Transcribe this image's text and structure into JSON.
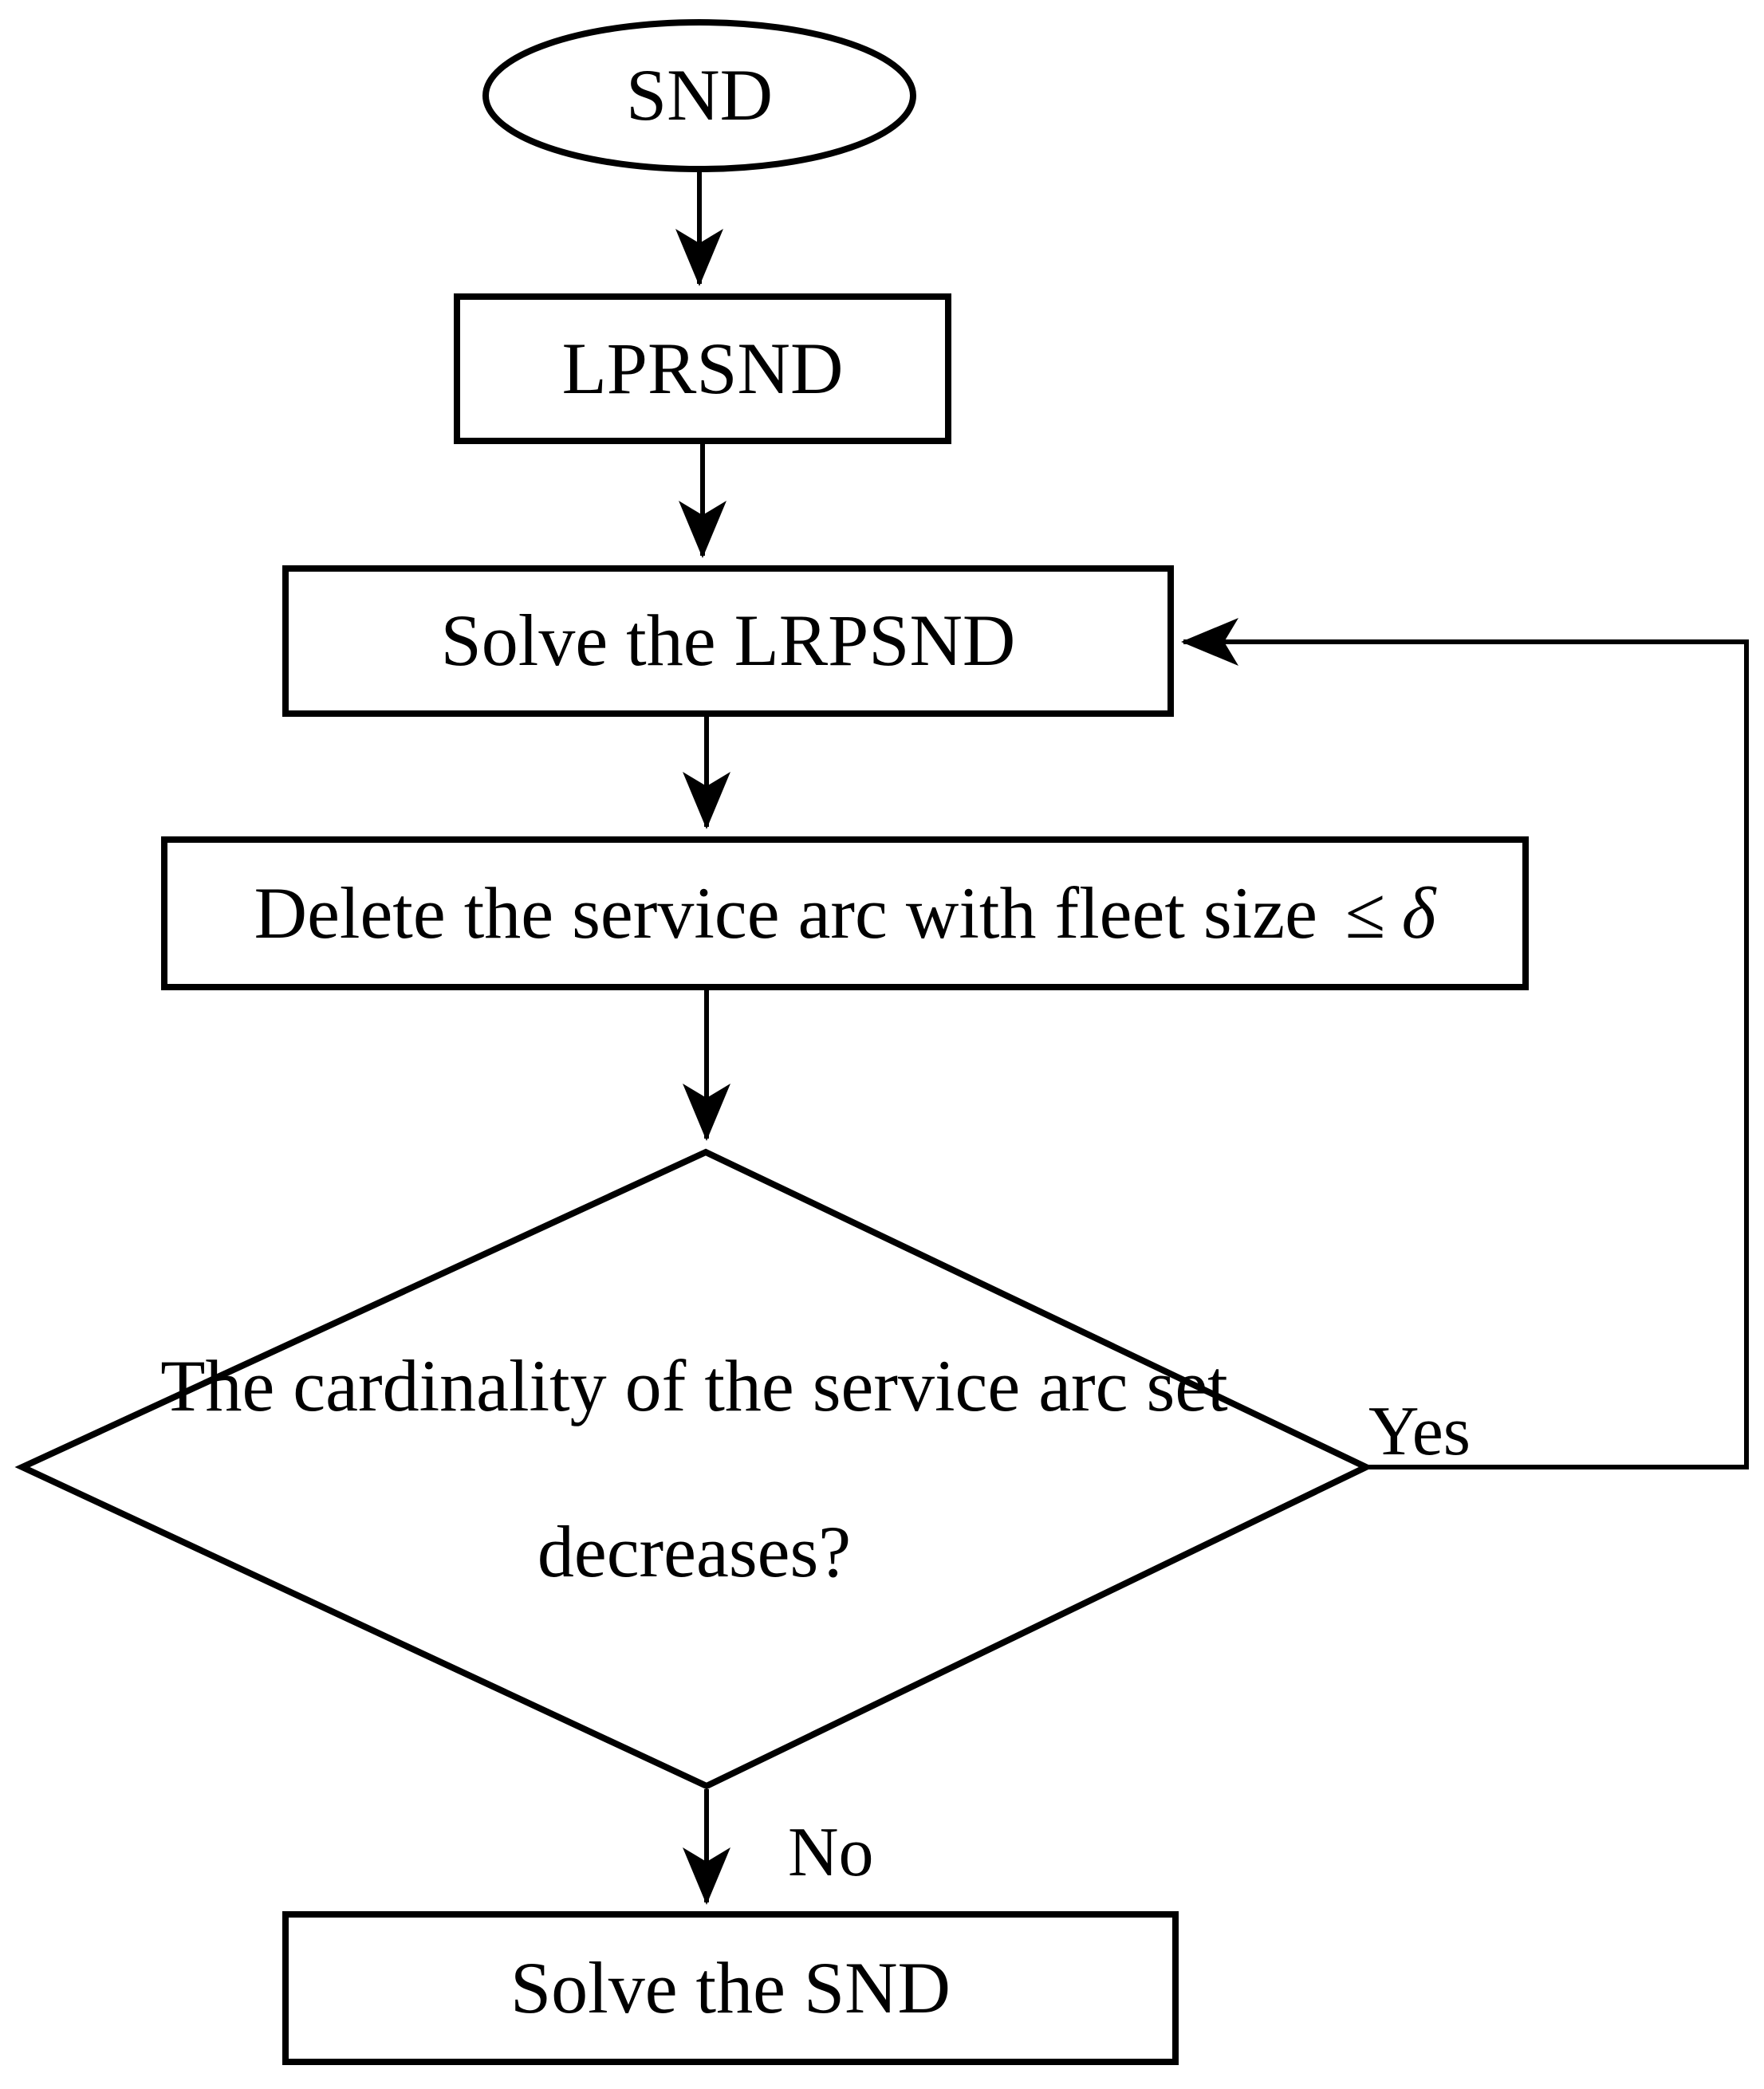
{
  "diagram": {
    "type": "flowchart",
    "background": "#ffffff",
    "stroke_color": "#000000",
    "nodes": {
      "start": {
        "shape": "ellipse",
        "label": "SND"
      },
      "lprsnd": {
        "shape": "rect",
        "label": "LPRSND"
      },
      "solve_lrpsnd": {
        "shape": "rect",
        "label": "Solve the LRPSND"
      },
      "delete_arc": {
        "shape": "rect",
        "text": "Delete the service arc with fleet size",
        "leq": "≤",
        "delta": "δ"
      },
      "decision": {
        "shape": "diamond",
        "line1": "The cardinality of the service arc set",
        "line2": "decreases?"
      },
      "solve_snd": {
        "shape": "rect",
        "label": "Solve the SND"
      }
    },
    "edges": {
      "start_to_lprsnd": {
        "from": "start",
        "to": "lprsnd"
      },
      "lprsnd_to_solve": {
        "from": "lprsnd",
        "to": "solve_lrpsnd"
      },
      "solve_to_delete": {
        "from": "solve_lrpsnd",
        "to": "delete_arc"
      },
      "delete_to_decision": {
        "from": "delete_arc",
        "to": "decision"
      },
      "decision_no_to_snd": {
        "from": "decision",
        "to": "solve_snd",
        "label": "No"
      },
      "decision_yes_feedback": {
        "from": "decision",
        "to": "solve_lrpsnd",
        "label": "Yes"
      }
    }
  }
}
